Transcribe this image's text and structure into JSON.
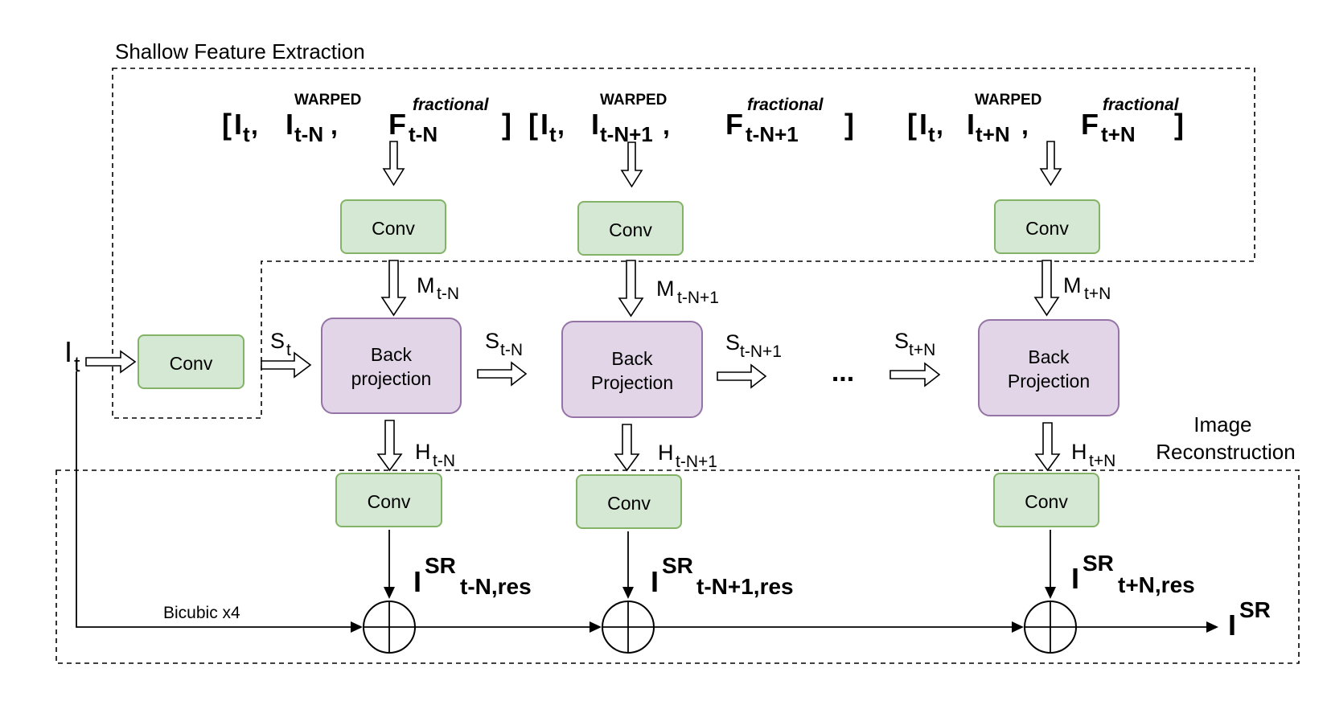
{
  "regions": {
    "shallow_feature_extraction": "Shallow Feature Extraction",
    "image_reconstruction": [
      "Image",
      "Reconstruction"
    ]
  },
  "inputs": [
    {
      "bracket_open": "[",
      "it_base": "I",
      "it_sub": "t",
      "it_sep": ",",
      "warped_sup": "WARPED",
      "warped_base": "I",
      "warped_sub": "t-N",
      "warped_sep": ",",
      "flow_sup": "fractional",
      "flow_base": "F",
      "flow_sub": "t-N",
      "bracket_close": "]"
    },
    {
      "bracket_open": "[",
      "it_base": "I",
      "it_sub": "t",
      "it_sep": ",",
      "warped_sup": "WARPED",
      "warped_base": "I",
      "warped_sub": "t-N+1",
      "warped_sep": ",",
      "flow_sup": "fractional",
      "flow_base": "F",
      "flow_sub": "t-N+1",
      "bracket_close": "]"
    },
    {
      "bracket_open": "[",
      "it_base": "I",
      "it_sub": "t",
      "it_sep": ",",
      "warped_sup": "WARPED",
      "warped_base": "I",
      "warped_sub": "t+N",
      "warped_sep": ",",
      "flow_sup": "fractional",
      "flow_base": "F",
      "flow_sub": "t+N",
      "bracket_close": "]"
    }
  ],
  "blocks": {
    "conv_label": "Conv",
    "back_projection_labels": [
      [
        "Back",
        "projection"
      ],
      [
        "Back",
        "Projection"
      ],
      [
        "Back",
        "Projection"
      ]
    ]
  },
  "signals": {
    "input": {
      "base": "I",
      "sub": "t"
    },
    "s_t": {
      "base": "S",
      "sub": "t"
    },
    "m": [
      {
        "base": "M",
        "sub": "t-N"
      },
      {
        "base": "M",
        "sub": "t-N+1"
      },
      {
        "base": "M",
        "sub": "t+N"
      }
    ],
    "s_between": [
      {
        "base": "S",
        "sub": "t-N"
      },
      {
        "base": "S",
        "sub": "t-N+1"
      },
      {
        "base": "S",
        "sub": "t+N"
      }
    ],
    "h": [
      {
        "base": "H",
        "sub": "t-N"
      },
      {
        "base": "H",
        "sub": "t-N+1"
      },
      {
        "base": "H",
        "sub": "t+N"
      }
    ],
    "residuals": [
      {
        "base": "I",
        "sup": "SR",
        "sub": "t-N,res"
      },
      {
        "base": "I",
        "sup": "SR",
        "sub": "t-N+1,res"
      },
      {
        "base": "I",
        "sup": "SR",
        "sub": "t+N,res"
      }
    ],
    "ellipsis": "...",
    "bicubic": "Bicubic x4",
    "output": {
      "base": "I",
      "sup": "SR"
    }
  }
}
